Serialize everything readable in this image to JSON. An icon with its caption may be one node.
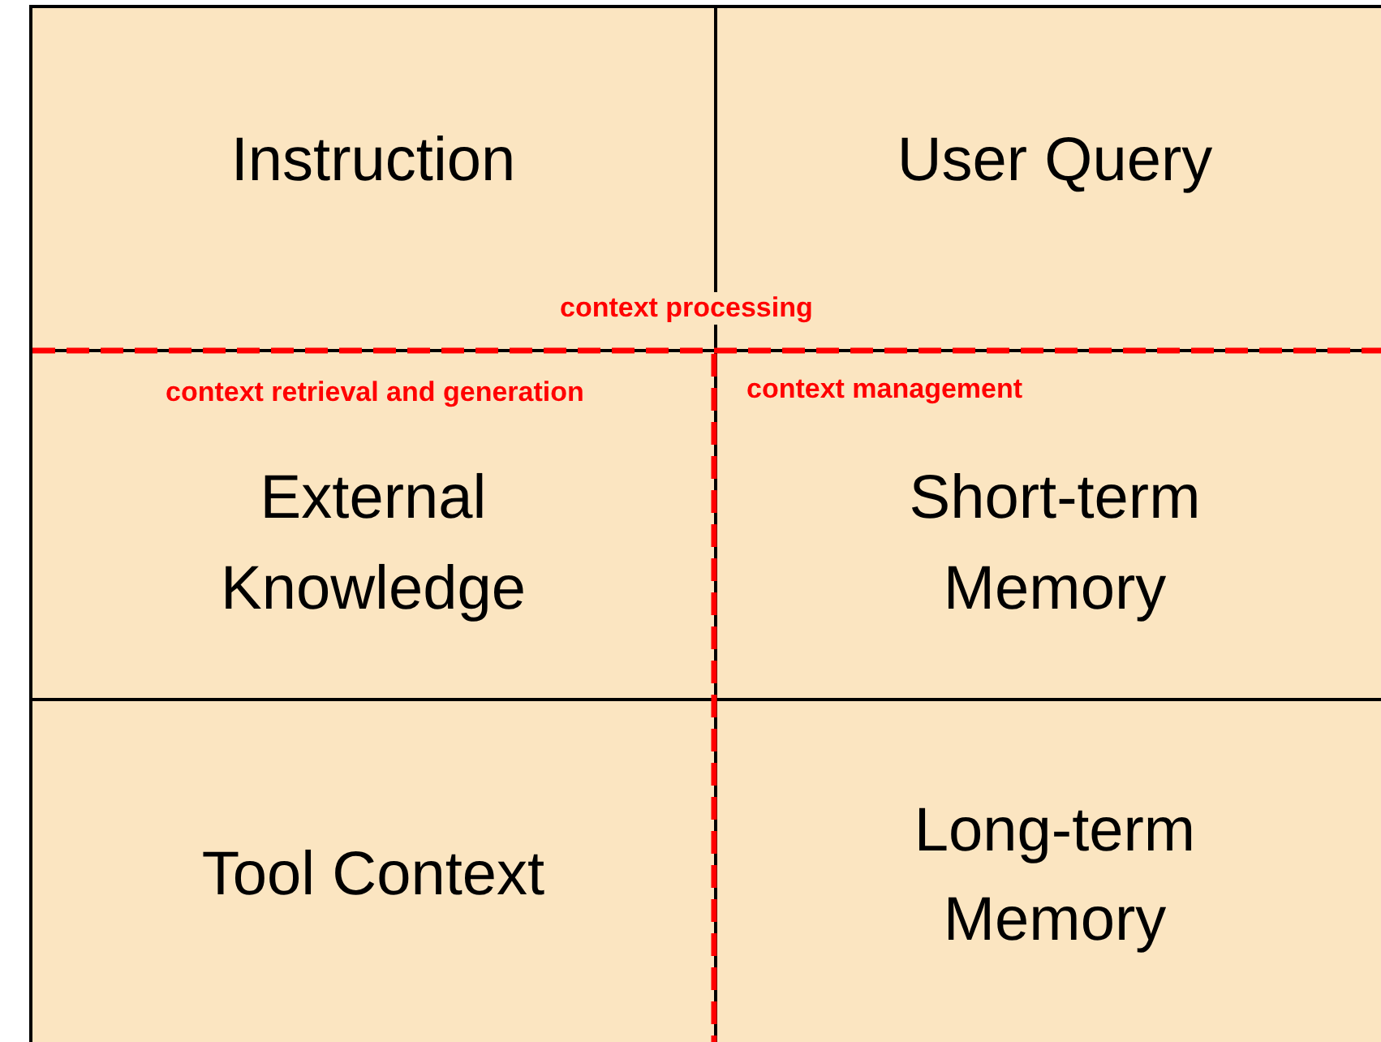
{
  "diagram": {
    "nodes": [
      {
        "text": [
          "Instruction"
        ]
      },
      {
        "text": [
          "User Query"
        ]
      },
      {
        "text": [
          "External Knowledge"
        ]
      },
      {
        "text": [
          "Short-term Memory"
        ]
      },
      {
        "text": [
          "Tool Context"
        ]
      },
      {
        "text": [
          "Long-term Memory"
        ]
      }
    ],
    "labels": [
      "context processing",
      "context retrieval and generation",
      "context management"
    ]
  }
}
